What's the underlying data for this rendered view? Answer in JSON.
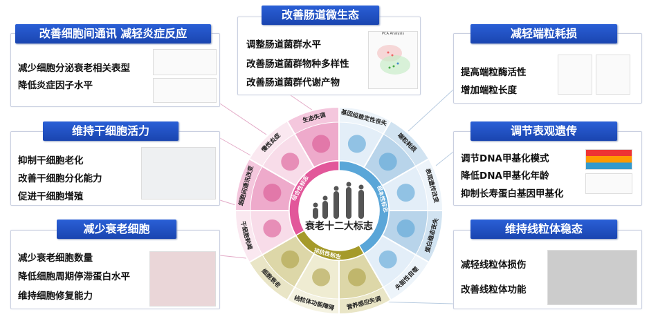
{
  "center_title": "衰老十二大标志",
  "hallmarks": [
    "基因组稳定性丧失",
    "端粒耗损",
    "表观遗传改变",
    "蛋白稳态丧失",
    "失能性自噬",
    "营养感应失调",
    "线粒体功能障碍",
    "细胞衰老",
    "干细胞耗竭",
    "细胞间通讯改变",
    "慢性炎症",
    "生态失调"
  ],
  "categories": {
    "primary": "根本性标志",
    "antagonistic": "拮抗性标志",
    "integrative": "综合性标志"
  },
  "colors": {
    "banner": "#1f4fc0",
    "blue": "#5aa6d8",
    "olive": "#a59a2a",
    "pink": "#e2579a"
  },
  "panels": {
    "gut": {
      "title": "改善肠道微生态",
      "lines": [
        "调整肠道菌群水平",
        "改善肠道菌群物种多样性",
        "改善肠道菌群代谢产物"
      ],
      "chart_title": "PCA Analysis"
    },
    "communication": {
      "title": "改善细胞间通讯 减轻炎症反应",
      "lines": [
        "减少细胞分泌衰老相关表型",
        "降低炎症因子水平"
      ]
    },
    "stem": {
      "title": "维持干细胞活力",
      "lines": [
        "抑制干细胞老化",
        "改善干细胞分化能力",
        "促进干细胞增殖"
      ]
    },
    "senescent": {
      "title": "减少衰老细胞",
      "lines": [
        "减少衰老细胞数量",
        "降低细胞周期停滞蛋白水平",
        "维持细胞修复能力"
      ]
    },
    "telomere": {
      "title": "减轻端粒耗损",
      "lines": [
        "提高端粒酶活性",
        "增加端粒长度"
      ]
    },
    "epigenetic": {
      "title": "调节表观遗传",
      "lines": [
        "调节DNA甲基化模式",
        "降低DNA甲基化年龄",
        "抑制长寿蛋白基因甲基化"
      ]
    },
    "mito": {
      "title": "维持线粒体稳态",
      "lines": [
        "减轻线粒体损伤",
        "改善线粒体功能"
      ]
    }
  }
}
